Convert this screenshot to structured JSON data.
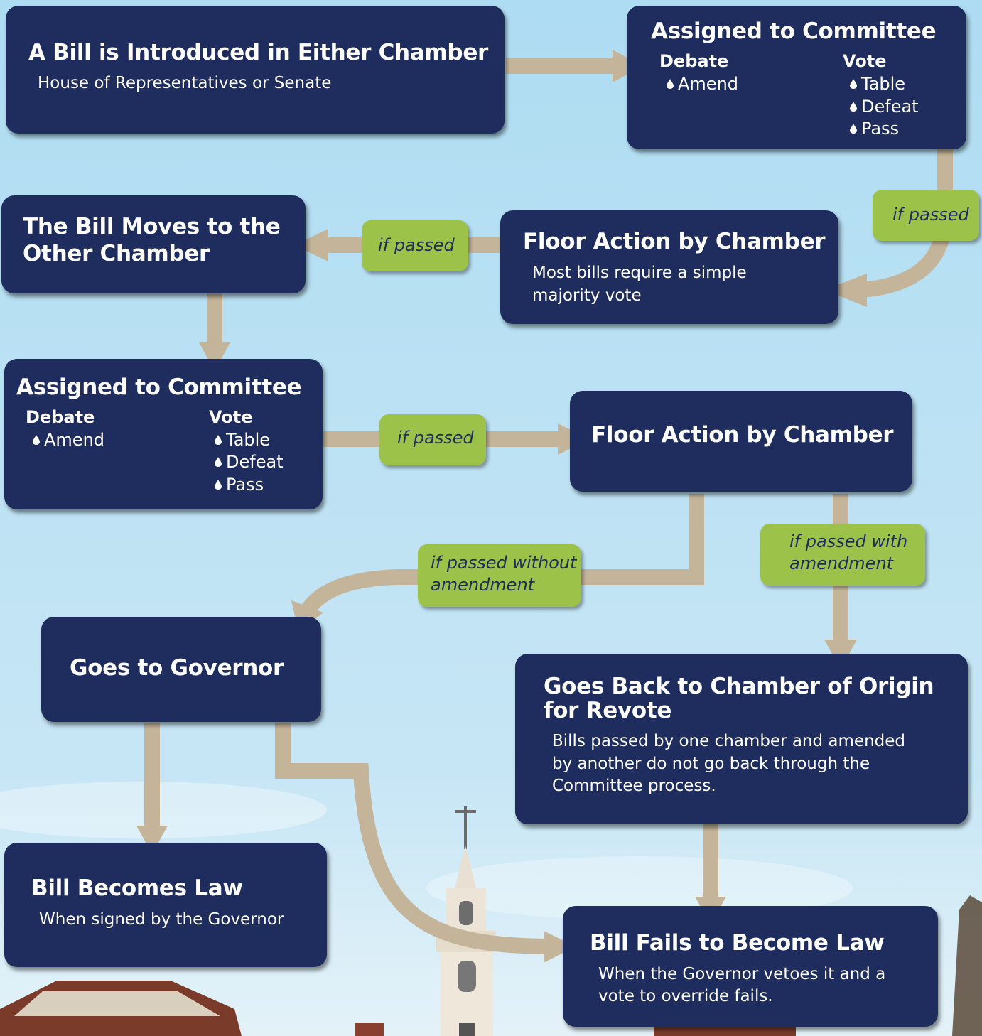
{
  "colors": {
    "box": "#1f2d5e",
    "condition": "#9dc24a",
    "arrow": "#c4b59a",
    "sky_top": "#aedcf2",
    "sky_bottom": "#d6eef8"
  },
  "boxes": {
    "introduced": {
      "title": "A Bill is Introduced in Either Chamber",
      "subtitle": "House of Representatives or Senate"
    },
    "committee_1": {
      "title": "Assigned to Committee",
      "debate_label": "Debate",
      "vote_label": "Vote",
      "debate_items": [
        "Amend"
      ],
      "vote_items": [
        "Table",
        "Defeat",
        "Pass"
      ]
    },
    "floor_1": {
      "title": "Floor Action by Chamber",
      "subtitle_line1": "Most bills require a simple",
      "subtitle_line2": "majority vote"
    },
    "moves": {
      "title_line1": "The Bill Moves to the",
      "title_line2": "Other Chamber"
    },
    "committee_2": {
      "title": "Assigned to Committee",
      "debate_label": "Debate",
      "vote_label": "Vote",
      "debate_items": [
        "Amend"
      ],
      "vote_items": [
        "Table",
        "Defeat",
        "Pass"
      ]
    },
    "floor_2": {
      "title": "Floor Action by Chamber"
    },
    "governor": {
      "title": "Goes to Governor"
    },
    "back_to_origin": {
      "title_line1": "Goes Back to Chamber of Origin",
      "title_line2": "for Revote",
      "body_line1": "Bills passed by one chamber and amended",
      "body_line2": "by another do not go back through the",
      "body_line3": "Committee process."
    },
    "becomes_law": {
      "title": "Bill Becomes Law",
      "subtitle": "When signed by the Governor"
    },
    "fails": {
      "title": "Bill Fails to Become Law",
      "subtitle_line1": "When the Governor vetoes it and a",
      "subtitle_line2": "vote to override fails."
    }
  },
  "conditions": {
    "c1": "if passed",
    "c2": "if passed",
    "c3": "if passed",
    "c4_line1": "if passed without",
    "c4_line2": "amendment",
    "c5_line1": "if passed with",
    "c5_line2": "amendment"
  }
}
